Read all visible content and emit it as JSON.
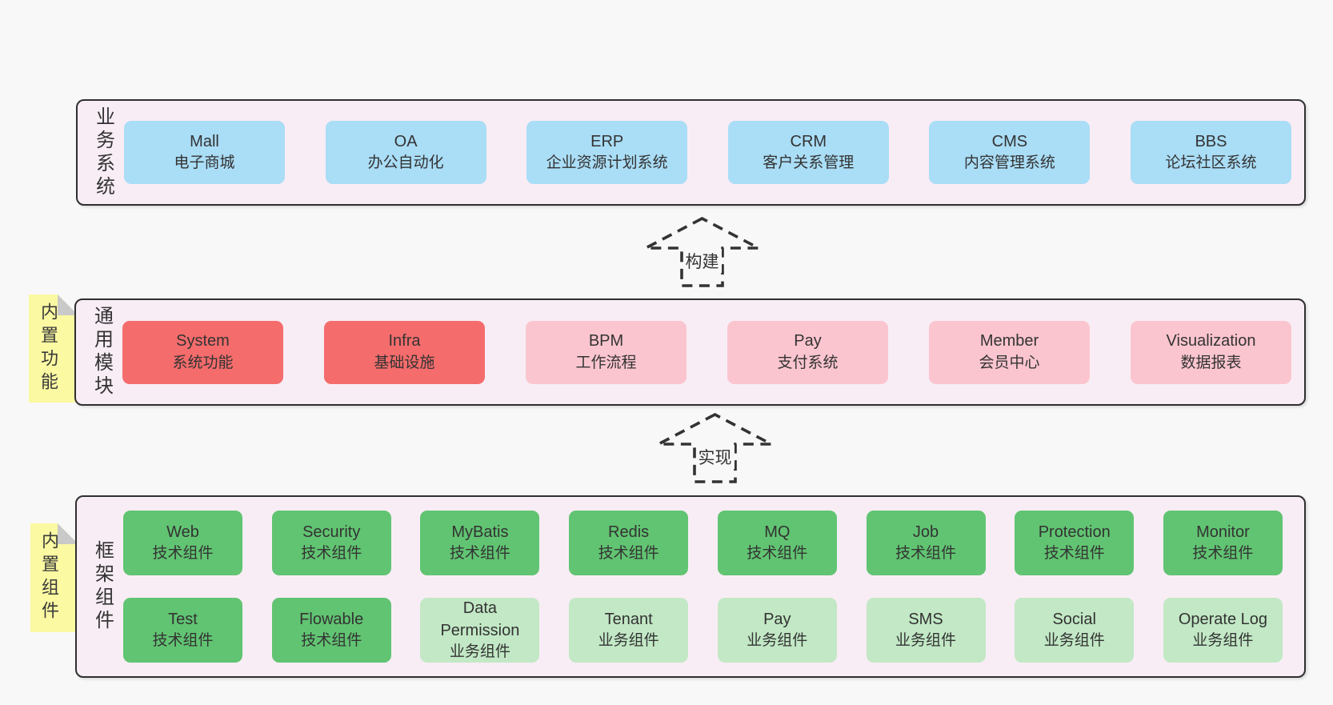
{
  "diagram": {
    "title_none": "",
    "colors": {
      "page_bg": "#f8f8f8",
      "band_bg": "#f8edf5",
      "band_border": "#2f2f2f",
      "blue_box": "#aaddf6",
      "red_box": "#f56c6c",
      "pink_box": "#fbc5cf",
      "green_box": "#61c472",
      "light_green_box": "#c2e8c5",
      "sticky_note": "#fbf9a2",
      "sticky_fold": "#c9c9c9",
      "ink": "#333333"
    },
    "arrows": [
      {
        "label": "构建"
      },
      {
        "label": "实现"
      }
    ],
    "bands": [
      {
        "label": "业务系统",
        "boxes": [
          {
            "title": "Mall",
            "subtitle": "电子商城"
          },
          {
            "title": "OA",
            "subtitle": "办公自动化"
          },
          {
            "title": "ERP",
            "subtitle": "企业资源计划系统"
          },
          {
            "title": "CRM",
            "subtitle": "客户关系管理"
          },
          {
            "title": "CMS",
            "subtitle": "内容管理系统"
          },
          {
            "title": "BBS",
            "subtitle": "论坛社区系统"
          }
        ]
      },
      {
        "label": "通用模块",
        "sticky": "内置功能",
        "boxes": [
          {
            "title": "System",
            "subtitle": "系统功能"
          },
          {
            "title": "Infra",
            "subtitle": "基础设施"
          },
          {
            "title": "BPM",
            "subtitle": "工作流程"
          },
          {
            "title": "Pay",
            "subtitle": "支付系统"
          },
          {
            "title": "Member",
            "subtitle": "会员中心"
          },
          {
            "title": "Visualization",
            "subtitle": "数据报表"
          }
        ]
      },
      {
        "label": "框架组件",
        "sticky": "内置组件",
        "rows": [
          [
            {
              "title": "Web",
              "subtitle": "技术组件"
            },
            {
              "title": "Security",
              "subtitle": "技术组件"
            },
            {
              "title": "MyBatis",
              "subtitle": "技术组件"
            },
            {
              "title": "Redis",
              "subtitle": "技术组件"
            },
            {
              "title": "MQ",
              "subtitle": "技术组件"
            },
            {
              "title": "Job",
              "subtitle": "技术组件"
            },
            {
              "title": "Protection",
              "subtitle": "技术组件"
            },
            {
              "title": "Monitor",
              "subtitle": "技术组件"
            }
          ],
          [
            {
              "title": "Test",
              "subtitle": "技术组件"
            },
            {
              "title": "Flowable",
              "subtitle": "技术组件"
            },
            {
              "title": "Data Permission",
              "subtitle": "业务组件"
            },
            {
              "title": "Tenant",
              "subtitle": "业务组件"
            },
            {
              "title": "Pay",
              "subtitle": "业务组件"
            },
            {
              "title": "SMS",
              "subtitle": "业务组件"
            },
            {
              "title": "Social",
              "subtitle": "业务组件"
            },
            {
              "title": "Operate Log",
              "subtitle": "业务组件"
            }
          ]
        ]
      }
    ]
  }
}
